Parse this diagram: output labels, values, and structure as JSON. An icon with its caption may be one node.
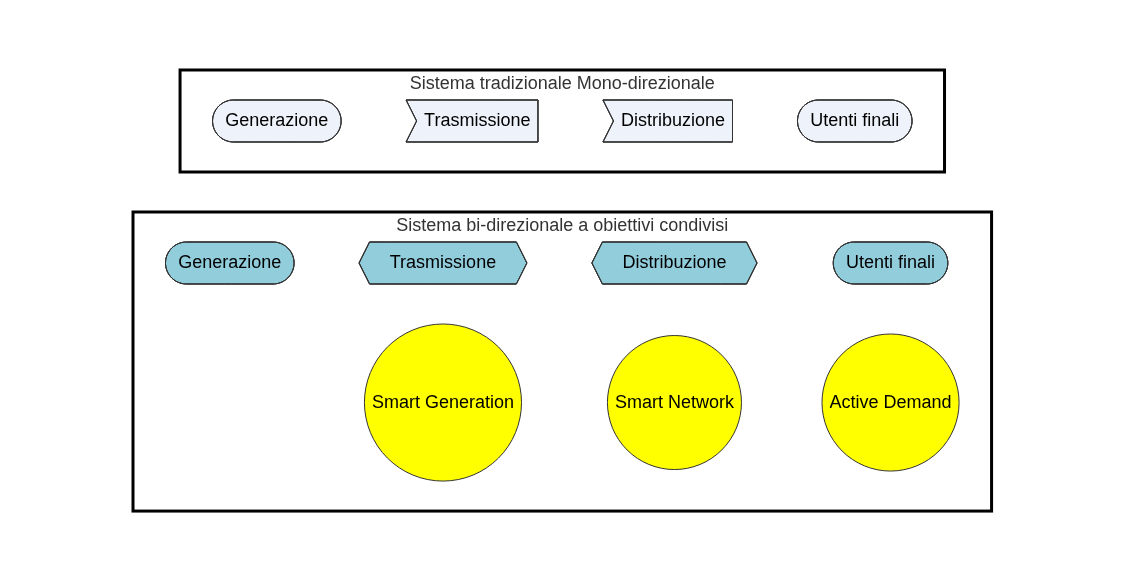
{
  "diagram": {
    "nodes": [
      {
        "text": [
          "Sistema tradizionale Mono-direzionale"
        ]
      },
      {
        "text": [
          "Generazione"
        ],
        "in": 0
      },
      {
        "text": [
          "Trasmissione"
        ],
        "in": 0
      },
      {
        "text": [
          "Distribuzione"
        ],
        "in": 0
      },
      {
        "text": [
          "Utenti finali"
        ],
        "in": 0
      },
      {
        "text": [
          "Sistema bi-direzionale a obiettivi condivisi"
        ]
      },
      {
        "text": [
          "Generazione"
        ],
        "in": 5
      },
      {
        "text": [
          "Trasmissione"
        ],
        "in": 5
      },
      {
        "text": [
          "Distribuzione"
        ],
        "in": 5
      },
      {
        "text": [
          "Utenti finali"
        ],
        "in": 5
      },
      {
        "text": [
          "Smart Generation"
        ],
        "in": 5
      },
      {
        "text": [
          "Smart Network"
        ],
        "in": 5
      },
      {
        "text": [
          "Active Demand"
        ],
        "in": 5
      }
    ]
  }
}
